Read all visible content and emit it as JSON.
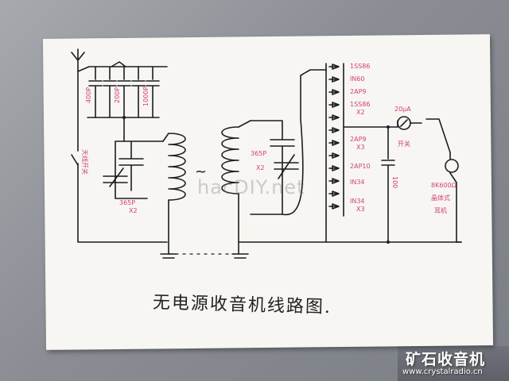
{
  "diagram": {
    "title": "无电源收音机线路图.",
    "labels": {
      "antenna_switch": "天线开关",
      "cap_left": "365P",
      "cap_left_qty": "X2",
      "cap_right": "365P",
      "cap_right_qty": "X2",
      "d1": "1SS86",
      "d2": "IN60",
      "d3": "2AP9",
      "d4": "1SS86",
      "d4_qty": "X2",
      "d5": "2AP9",
      "d5_qty": "X3",
      "d6": "2AP10",
      "d7": "IN34",
      "d8": "IN34",
      "d8_qty": "X3",
      "meter": "20μA",
      "switch": "开关",
      "cap_100": "100",
      "earphone": "8K600Ω",
      "earphone_type": "晶体式",
      "earphone_name": "耳机",
      "tilde": "~"
    }
  },
  "watermark": {
    "text": "hacDIY.net"
  },
  "brand": {
    "name": "矿石收音机",
    "url": "www.crystalradio.cn"
  }
}
